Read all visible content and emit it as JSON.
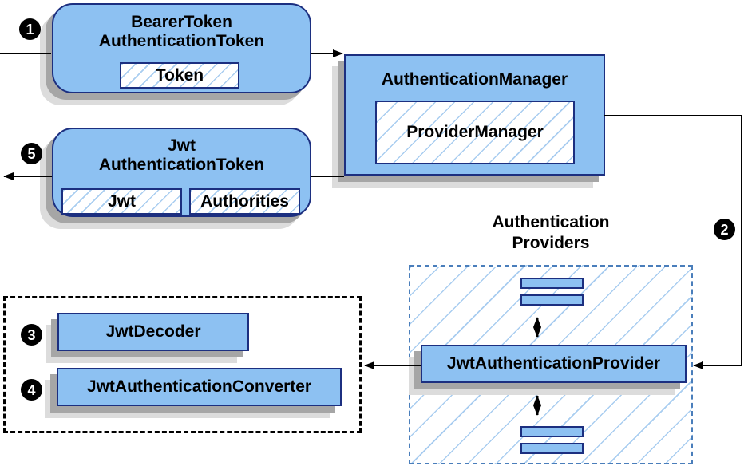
{
  "diagram": {
    "steps": {
      "s1": "1",
      "s2": "2",
      "s3": "3",
      "s4": "4",
      "s5": "5"
    },
    "bearer_token_box": {
      "title_line1": "BearerToken",
      "title_line2": "AuthenticationToken",
      "token_label": "Token"
    },
    "auth_manager_box": {
      "title": "AuthenticationManager",
      "inner_label": "ProviderManager"
    },
    "jwt_token_box": {
      "title_line1": "Jwt",
      "title_line2": "AuthenticationToken",
      "jwt_label": "Jwt",
      "authorities_label": "Authorities"
    },
    "providers_group": {
      "label_line1": "Authentication",
      "label_line2": "Providers",
      "provider_label": "JwtAuthenticationProvider"
    },
    "decoder_group": {
      "decoder_label": "JwtDecoder",
      "converter_label": "JwtAuthenticationConverter"
    },
    "colors": {
      "box_fill": "#8dc1f2",
      "box_border": "#1c2f80",
      "hatch": "#a9cdf0",
      "shadow_dark": "#a6a6a6",
      "shadow_light": "#dcdcdc",
      "dashed_blue": "#4a7ebb",
      "ink": "#000000"
    }
  }
}
